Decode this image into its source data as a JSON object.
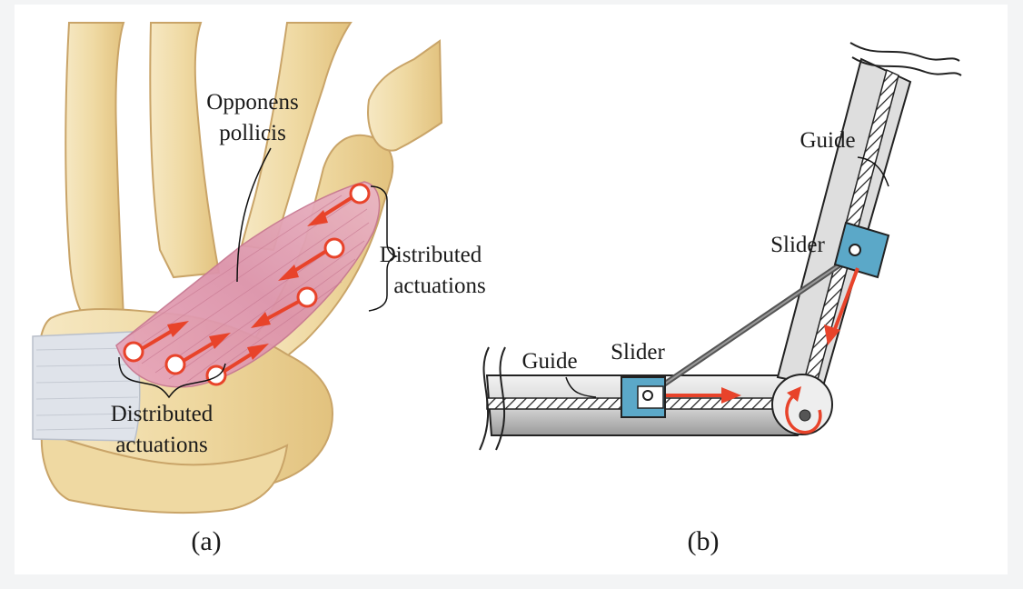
{
  "panel_a": {
    "caption": "(a)",
    "muscle_label_line1": "Opponens",
    "muscle_label_line2": "pollicis",
    "actuation_right_line1": "Distributed",
    "actuation_right_line2": "actuations",
    "actuation_bottom_line1": "Distributed",
    "actuation_bottom_line2": "actuations"
  },
  "panel_b": {
    "caption": "(b)",
    "guide_upper": "Guide",
    "slider_upper": "Slider",
    "guide_lower": "Guide",
    "slider_lower": "Slider"
  },
  "colors": {
    "actuation_arrow": "#e8432a",
    "slider": "#5ba8c8",
    "muscle": "#e3a9b8",
    "bone": "#efdcaa"
  }
}
